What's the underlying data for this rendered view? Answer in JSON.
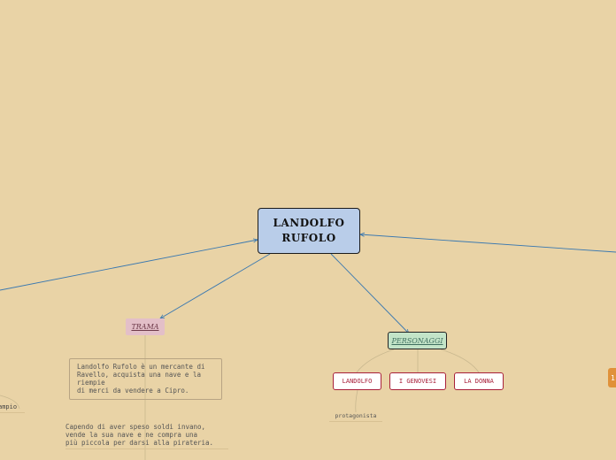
{
  "central": {
    "line1": "LANDOLFO",
    "line2": "RUFOLO"
  },
  "trama": {
    "label": "TRAMA"
  },
  "personaggi": {
    "label": "PERSONAGGI"
  },
  "characters": [
    {
      "label": "LANDOLFO"
    },
    {
      "label": "I GENOVESI"
    },
    {
      "label": "LA DONNA"
    }
  ],
  "protagonista": "protagonista",
  "trama_text1": "Landolfo Rufolo è un mercante di\nRavello, acquista una nave e la\nriempie\ndi merci da vendere a Cipro.",
  "trama_text2": "Capendo di aver speso soldi invano,\nvende la sua nave e ne compra una\npiù piccola per darsi alla pirateria.",
  "esempio_partial": "ampio",
  "orange_partial": "1",
  "colors": {
    "background": "#e9d3a6",
    "central_fill": "#b9cde9",
    "trama_fill": "#e3bfc8",
    "personaggi_fill": "#c3e4c8",
    "character_border": "#a8203a",
    "connector": "#3a78b0"
  }
}
